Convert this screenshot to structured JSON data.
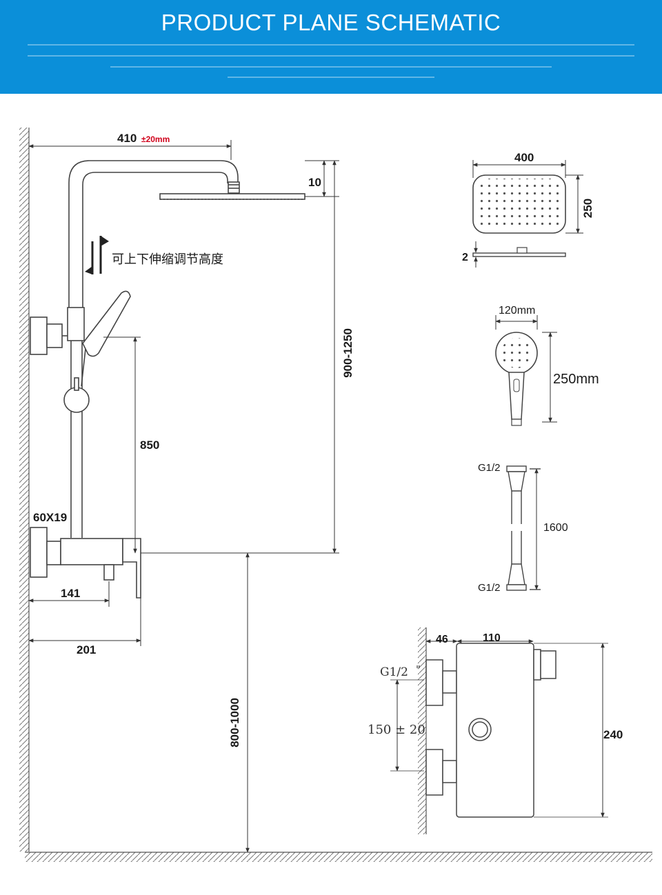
{
  "banner": {
    "title": "PRODUCT PLANE SCHEMATIC",
    "background": "#0b8fd9"
  },
  "shower_column": {
    "width_label": "410",
    "tolerance_label": "±20mm",
    "drop_label": "10",
    "height_label": "900-1250",
    "adjust_note": "可上下伸缩调节高度",
    "hand_height_label": "850",
    "bracket_label": "60X19",
    "inner_offset_label": "141",
    "outer_offset_label": "201",
    "install_height_label": "800-1000"
  },
  "head_detail": {
    "width_label": "400",
    "depth_label": "250",
    "thickness_label": "2"
  },
  "hand_shower_detail": {
    "width_label": "120mm",
    "length_label": "250mm"
  },
  "hose_detail": {
    "top_thread": "G1/2",
    "length_label": "1600",
    "bottom_thread": "G1/2"
  },
  "mixer_detail": {
    "wall_offset_label": "46",
    "body_width_label": "110",
    "thread_label": "G1/2",
    "thread_mark": "\"",
    "centers_label": "150 ± 20",
    "height_label": "240"
  },
  "colors": {
    "accent_red": "#d0021b",
    "line": "#444444"
  }
}
